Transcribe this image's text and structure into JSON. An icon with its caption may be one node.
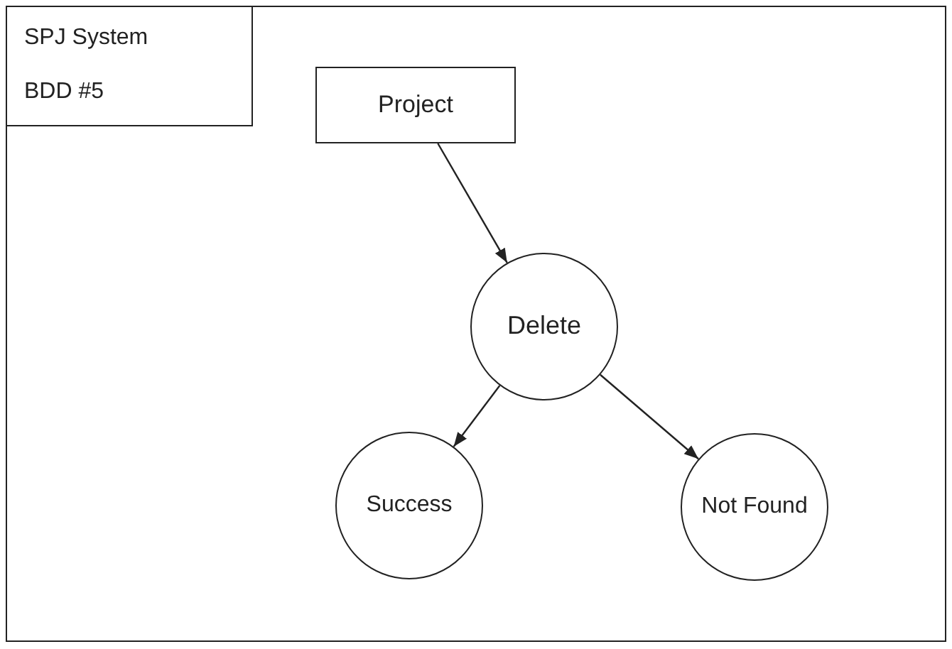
{
  "diagram": {
    "nodes": [
      {
        "text": [
          "SPJ System",
          "BDD #5"
        ]
      },
      {
        "text": [
          "Project"
        ]
      },
      {
        "text": [
          "Delete"
        ]
      },
      {
        "text": [
          "Success"
        ]
      },
      {
        "text": [
          "Not Found"
        ]
      }
    ],
    "edges": [
      {
        "from": 1,
        "to": 2,
        "arrow": "to"
      },
      {
        "from": 2,
        "to": 3,
        "arrow": "to"
      },
      {
        "from": 2,
        "to": 4,
        "arrow": "to"
      }
    ]
  }
}
